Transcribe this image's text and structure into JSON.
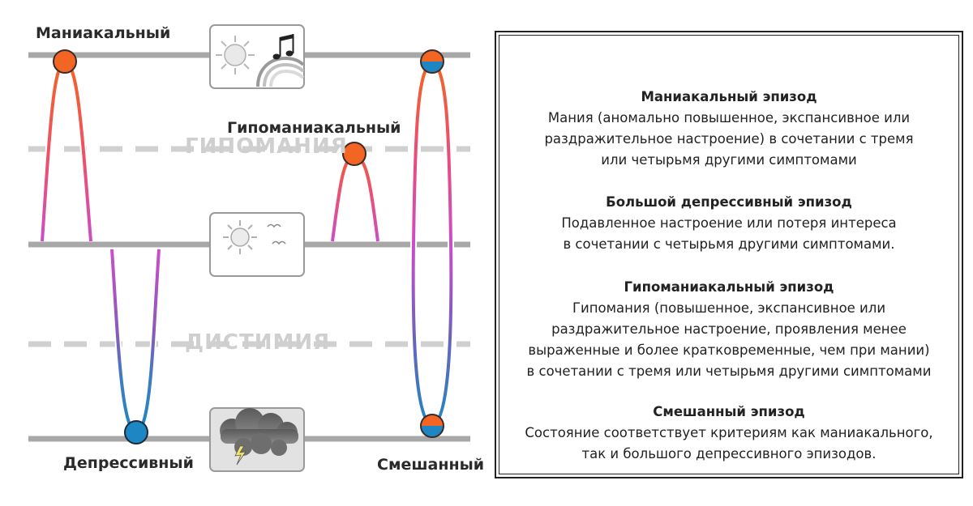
{
  "diagram": {
    "labels": {
      "manic": "Маниакальный",
      "hypomanic": "Гипоманиакальный",
      "depressive": "Депрессивный",
      "mixed": "Смешанный"
    },
    "zones": {
      "hypomania": "ГИПОМАНИЯ",
      "dysthymia": "ДИСТИМИЯ"
    },
    "icons": {
      "top": "sun-rainbow-music-icon",
      "middle": "sun-birds-icon",
      "bottom": "storm-cloud-icon"
    },
    "colors": {
      "manic": "#f26522",
      "depressive": "#2b7fc0",
      "mood_mid": "#c04fc0",
      "lines": "#a8a8a8",
      "dashes": "#d0d0d0"
    }
  },
  "legend": {
    "entries": [
      {
        "title": "Маниакальный эпизод",
        "text": "Мания (аномально повышенное, экспансивное или\nраздражительное настроение) в сочетании с тремя\nили четырьмя другими симптомами"
      },
      {
        "title": "Большой депрессивный эпизод",
        "text": "Подавленное настроение или потеря интереса\nв сочетании с четырьмя другими симптомами."
      },
      {
        "title": "Гипоманиакальный эпизод",
        "text": "Гипомания (повышенное, экспансивное или\nраздражительное настроение, проявления менее\nвыраженные и более кратковременные, чем при мании)\nв сочетании с тремя или четырьмя другими симптомами"
      },
      {
        "title": "Смешанный эпизод",
        "text": "Состояние соответствует критериям как маниакального,\nтак и большого депрессивного эпизодов."
      }
    ]
  }
}
